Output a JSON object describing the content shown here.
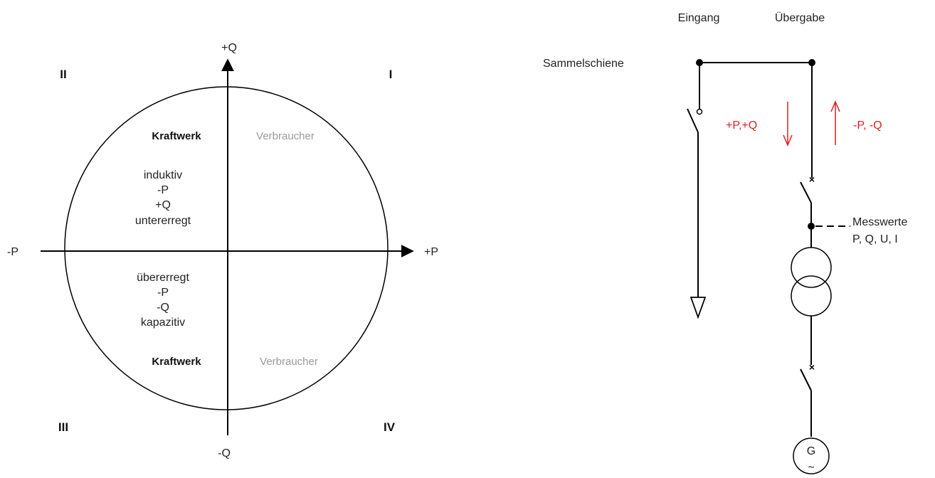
{
  "pq_diagram": {
    "axes": {
      "pos_p": "+P",
      "neg_p": "-P",
      "pos_q": "+Q",
      "neg_q": "-Q"
    },
    "quadrants": {
      "q1": "I",
      "q2": "II",
      "q3": "III",
      "q4": "IV"
    },
    "upper_left": {
      "title": "Kraftwerk",
      "lines": [
        "induktiv",
        "-P",
        "+Q",
        "untererregt"
      ]
    },
    "upper_right": {
      "title": "Verbraucher"
    },
    "lower_left": {
      "title": "Kraftwerk",
      "lines": [
        "übererregt",
        "-P",
        "-Q",
        "kapazitiv"
      ]
    },
    "lower_right": {
      "title": "Verbraucher"
    }
  },
  "circuit": {
    "eingang": "Eingang",
    "uebergabe": "Übergabe",
    "sammelschiene": "Sammelschiene",
    "flow_in": "+P,+Q",
    "flow_out": "-P, -Q",
    "messwerte": "Messwerte",
    "messwerte_values": "P, Q, U, I",
    "generator_letter": "G",
    "generator_tilde": "~"
  },
  "colors": {
    "red": "#e02020",
    "grey": "#9a9a9a",
    "line": "#000000"
  }
}
